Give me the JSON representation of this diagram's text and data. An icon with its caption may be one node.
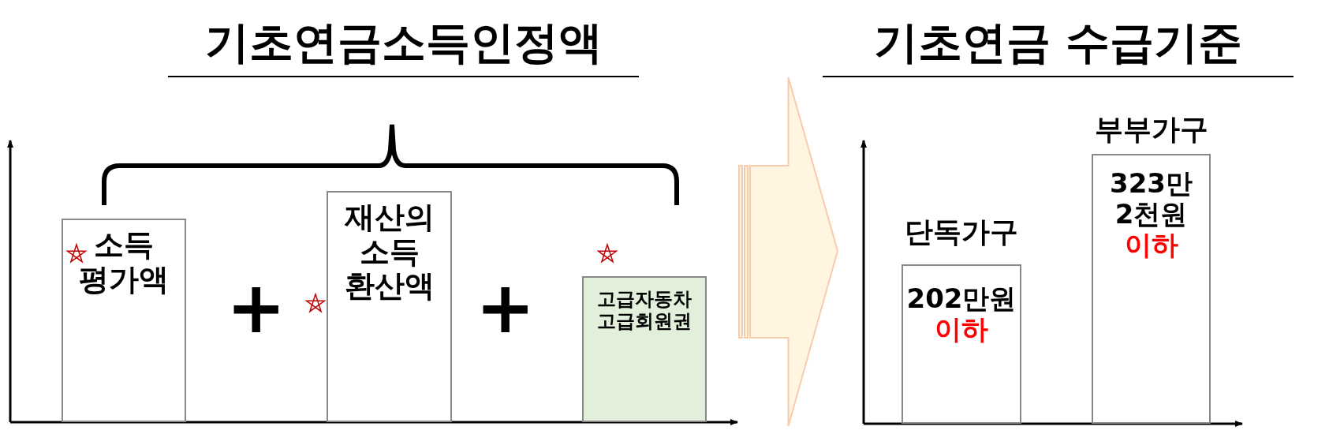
{
  "diagram": {
    "nodes": [
      {
        "text": [
          "기초연금소득인정액"
        ]
      },
      {
        "text": [
          "소득 평가액"
        ],
        "in": 0
      },
      {
        "text": [
          "재산의 소득 환산액"
        ],
        "in": 0
      },
      {
        "text": [
          "고급자동차 고급회원권"
        ],
        "in": 0
      },
      {
        "text": [
          "기초연금 수급기준"
        ]
      },
      {
        "text": [
          "202만원",
          "이하"
        ],
        "in": 4,
        "beside": [
          "단독가구"
        ]
      },
      {
        "text": [
          "323만 2천원",
          "이하"
        ],
        "in": 4,
        "beside": [
          "부부가구"
        ]
      }
    ],
    "edges": [
      {
        "from": 0,
        "to": 4,
        "arrow": "to"
      }
    ],
    "labels": [
      "+",
      "+"
    ]
  }
}
